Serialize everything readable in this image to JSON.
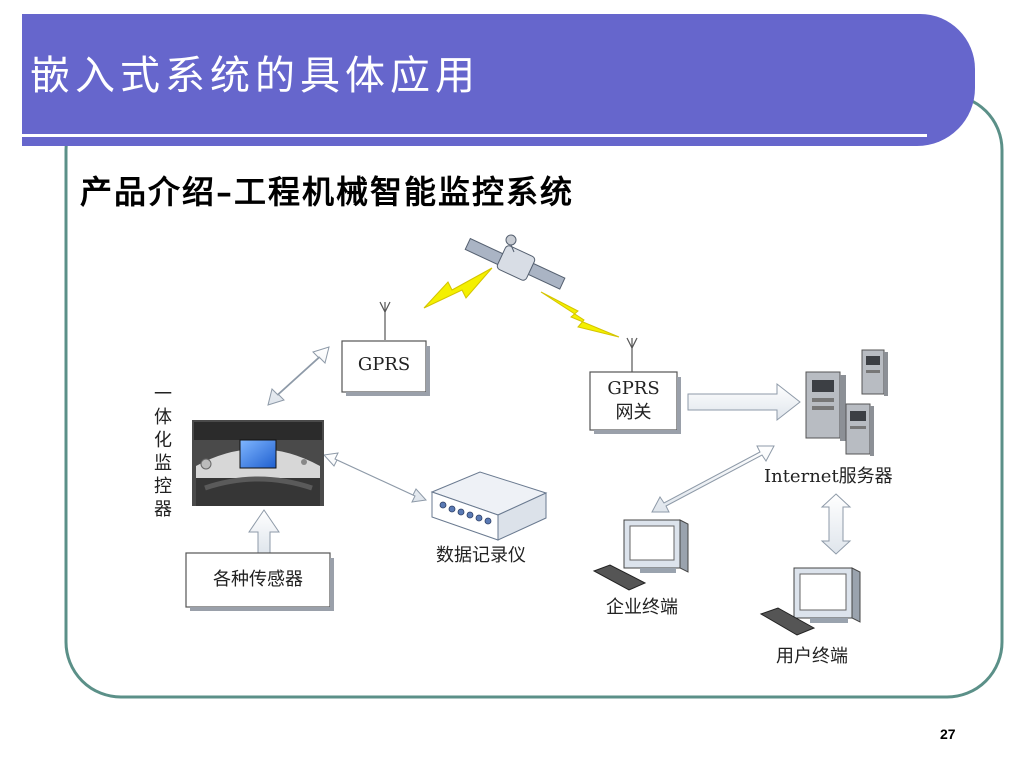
{
  "slide": {
    "title": "嵌入式系统的具体应用",
    "subtitle": "产品介绍–工程机械智能监控系统",
    "page_number": "27",
    "colors": {
      "header": "#6666cc",
      "frame_border": "#5b9088"
    }
  },
  "diagram": {
    "nodes": {
      "gprs": "GPRS",
      "gateway_line1": "GPRS",
      "gateway_line2": "网关",
      "monitor_chars": [
        "一",
        "体",
        "化",
        "监",
        "控",
        "器"
      ],
      "sensors": "各种传感器",
      "recorder": "数据记录仪",
      "server": "Internet服务器",
      "enterprise_terminal": "企业终端",
      "user_terminal": "用户终端"
    },
    "icons": [
      "satellite-icon",
      "antenna-icon",
      "lightning-icon",
      "dashboard-photo",
      "data-recorder-icon",
      "server-icon",
      "computer-icon",
      "keyboard-icon"
    ]
  }
}
